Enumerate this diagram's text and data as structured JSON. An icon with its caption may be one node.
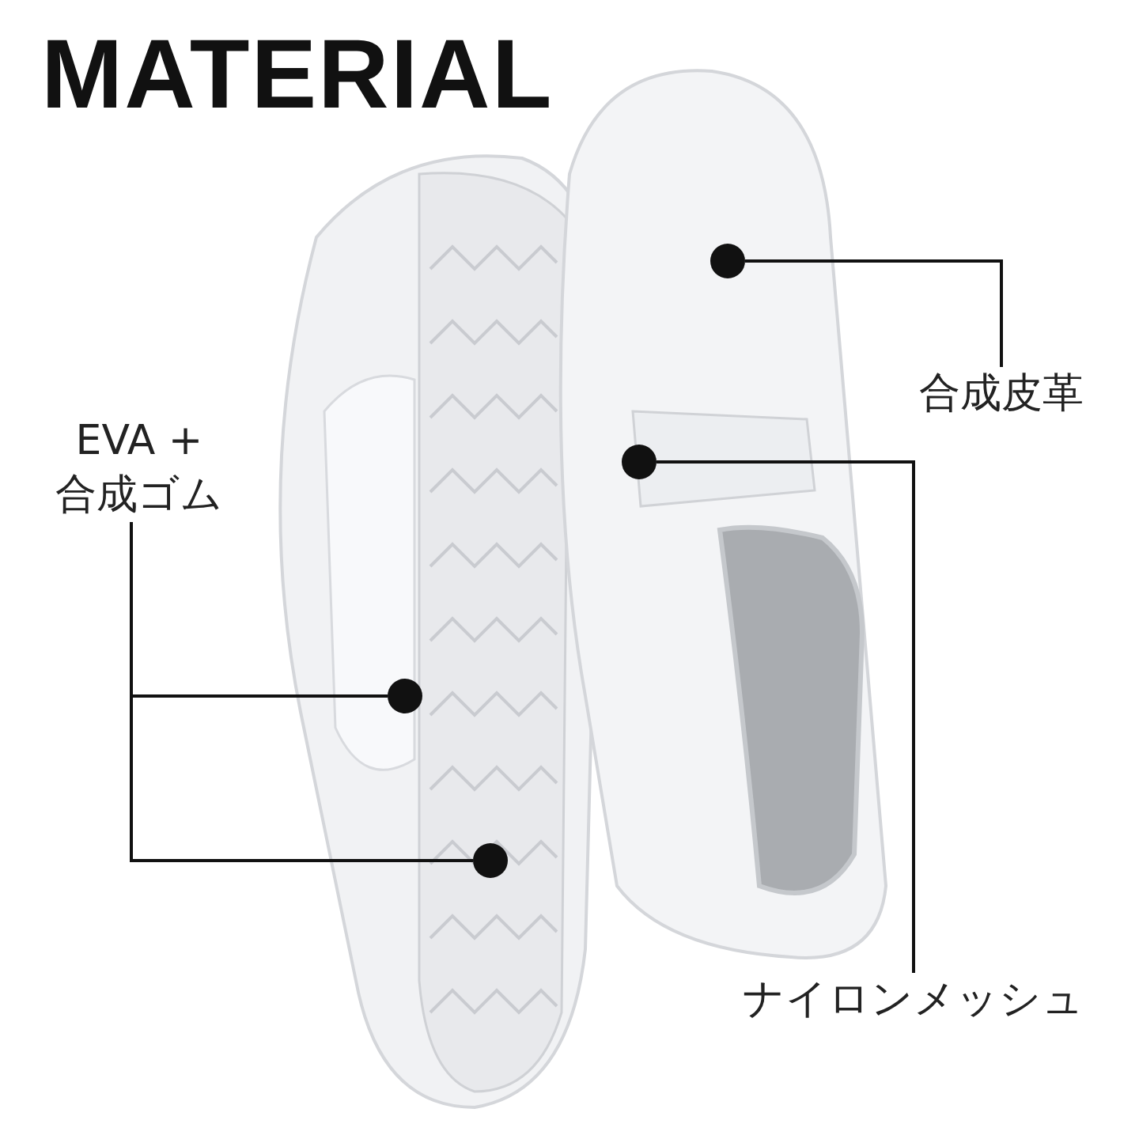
{
  "diagram": {
    "title": "MATERIAL",
    "nodes": [
      {
        "text": [
          "EVA + 合成ゴム"
        ]
      },
      {
        "text": [
          "合成皮革"
        ]
      },
      {
        "text": [
          "ナイロンメッシュ"
        ]
      },
      {
        "text": [],
        "shape": "circle"
      },
      {
        "text": [],
        "shape": "circle"
      },
      {
        "text": [],
        "shape": "circle"
      },
      {
        "text": [],
        "shape": "circle"
      }
    ],
    "edges": [
      {
        "from": 1,
        "to": 3,
        "arrow": "none"
      },
      {
        "from": 2,
        "to": 4,
        "arrow": "none"
      },
      {
        "from": 0,
        "to": 5,
        "arrow": "none"
      },
      {
        "from": 0,
        "to": 6,
        "arrow": "none"
      }
    ]
  }
}
